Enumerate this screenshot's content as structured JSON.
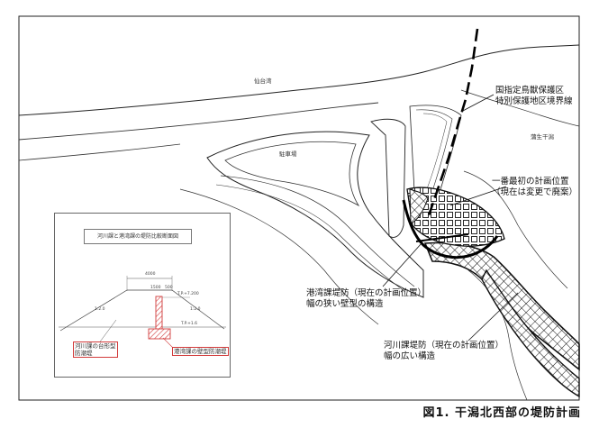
{
  "map": {
    "places": {
      "sendai_bay": "仙台湾",
      "parking": "駐車場",
      "gamo_higata": "蒲生干潟"
    },
    "annotations": {
      "reserve_line": [
        "国指定鳥獣保護区",
        "特別保護地区境界線"
      ],
      "first_plan": [
        "一番最初の計画位置",
        "（現在は変更で廃案）"
      ],
      "port_dike": [
        "港湾課堤防（現在の計画位置）",
        "幅の狭い壁型の構造"
      ],
      "river_dike": [
        "河川課堤防（現在の計画位置）",
        "幅の広い構造"
      ]
    },
    "caption": "図1.  干潟北西部の堤防計画"
  },
  "inset": {
    "title": "河川課と港湾課の堤防比較断面図",
    "river_label": [
      "河川課の台形型",
      "防潮堤"
    ],
    "port_label": "港湾課の壁型防潮堤",
    "dims": {
      "width": "4000",
      "d1": "1500",
      "d2": "500",
      "tp1": "T.P.+7.200",
      "tp2": "T.P.+1.6",
      "slope": "1:2.0"
    }
  },
  "colors": {
    "line": "#111111",
    "river_dike_hatch": "#111111",
    "port_dike": "#d23a3a"
  }
}
